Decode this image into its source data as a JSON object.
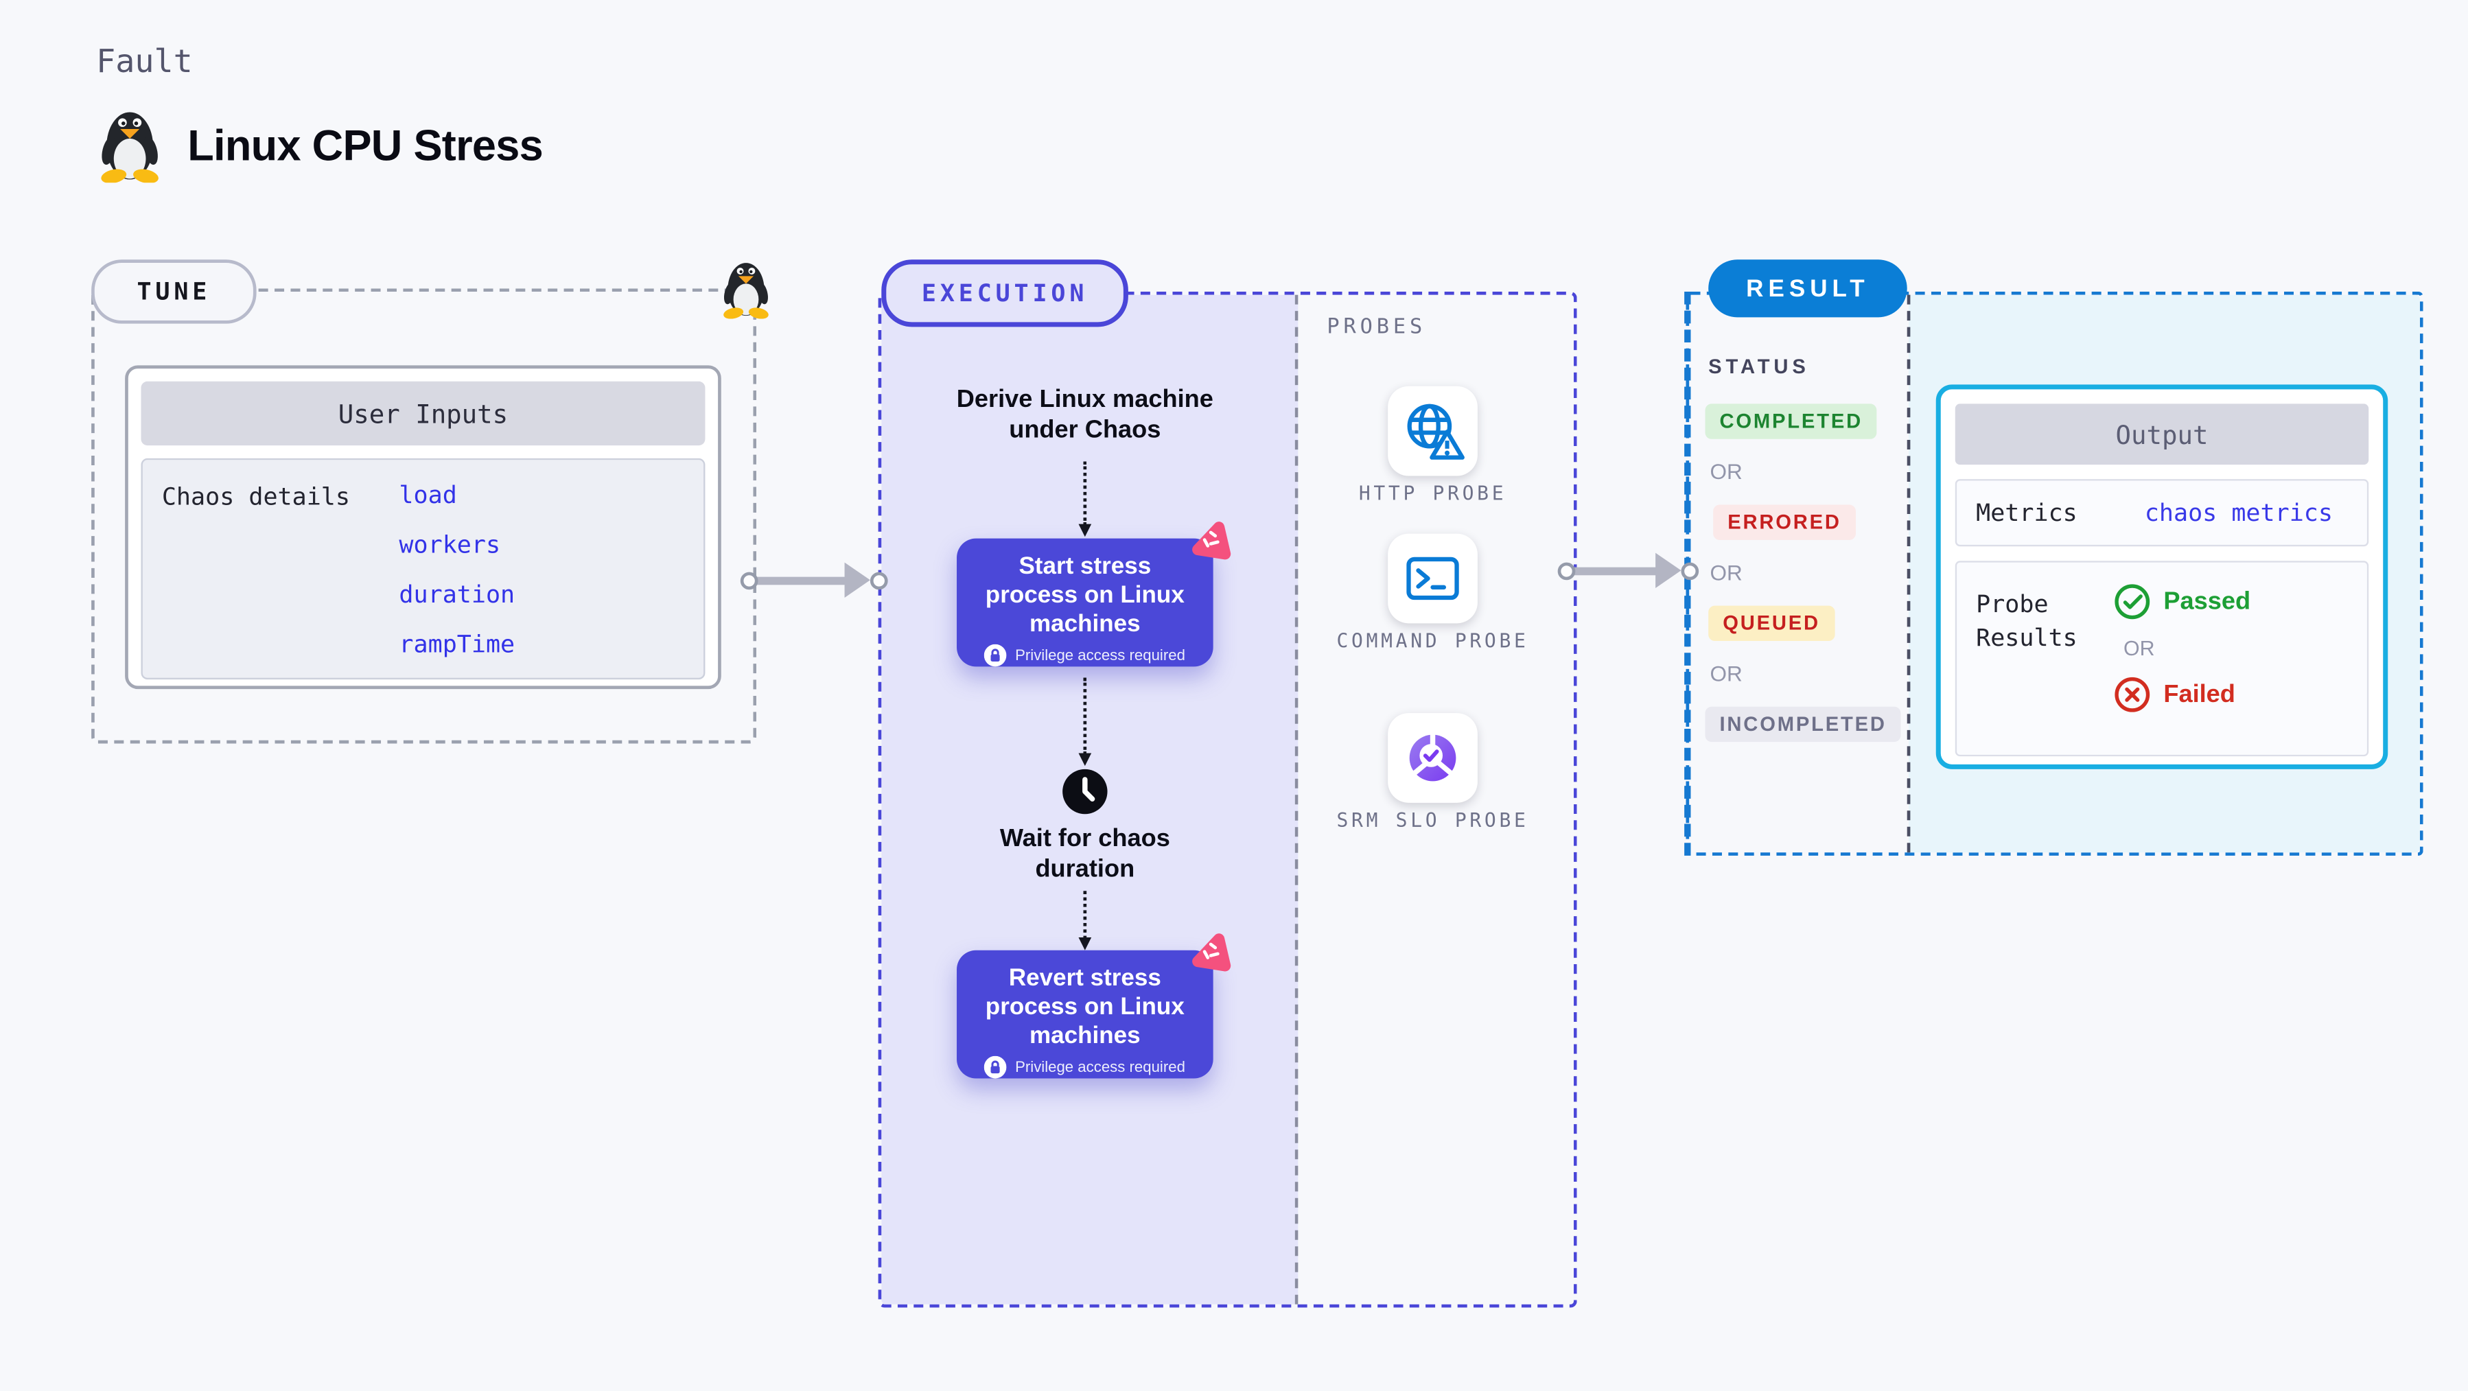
{
  "header": {
    "kicker": "Fault",
    "title": "Linux CPU Stress"
  },
  "tune": {
    "label": "TUNE",
    "card_title": "User Inputs",
    "row_label": "Chaos details",
    "inputs": [
      "load",
      "workers",
      "duration",
      "rampTime"
    ]
  },
  "execution": {
    "label": "EXECUTION",
    "derive_text": "Derive Linux machine under Chaos",
    "start_title": "Start stress process on Linux machines",
    "wait_text": "Wait for chaos duration",
    "revert_title": "Revert stress process on Linux machines",
    "privilege_note": "Privilege access required"
  },
  "probes": {
    "label": "PROBES",
    "items": [
      {
        "name": "HTTP PROBE",
        "icon": "globe-alert-icon"
      },
      {
        "name": "COMMAND PROBE",
        "icon": "terminal-icon"
      },
      {
        "name": "SRM SLO PROBE",
        "icon": "slo-donut-check-icon"
      }
    ]
  },
  "result": {
    "label": "RESULT",
    "status_label": "STATUS",
    "or_label": "OR",
    "statuses": [
      {
        "label": "COMPLETED",
        "type": "completed"
      },
      {
        "label": "ERRORED",
        "type": "errored"
      },
      {
        "label": "QUEUED",
        "type": "queued"
      },
      {
        "label": "INCOMPLETED",
        "type": "incompleted"
      }
    ],
    "output": {
      "title": "Output",
      "metrics_label": "Metrics",
      "metrics_value": "chaos metrics",
      "probe_results_label": "Probe Results",
      "passed_label": "Passed",
      "failed_label": "Failed"
    }
  },
  "icons": {
    "penguin": "tux-penguin-icon",
    "lock": "lock-icon",
    "clock": "clock-icon",
    "chaos_badge": "chaos-scratch-badge-icon",
    "http_probe": "globe-alert-icon",
    "command_probe": "terminal-icon",
    "srm_slo_probe": "slo-donut-check-icon",
    "passed": "check-circle-icon",
    "failed": "x-circle-icon"
  },
  "colors": {
    "page_bg": "#F7F8FB",
    "accent_purple": "#4B48D8",
    "lavender_fill": "#E4E4FA",
    "execution_border": "#4A46D8",
    "result_blue": "#0B7ED6",
    "result_border": "#1679D1",
    "output_border": "#19AEE2",
    "output_area_bg": "#E8F5FB",
    "link_blue": "#3232E8",
    "probe_icon_blue": "#0A7BD6",
    "pink_badge": "#F4517E",
    "passed_green": "#1D9F35",
    "failed_red": "#D22D20",
    "completed_bg": "#D9F1DA",
    "completed_text": "#1C8430",
    "errored_bg": "#FBE9E9",
    "errored_text": "#C51F1F",
    "queued_bg": "#FCEFC4",
    "queued_text": "#C51F1F",
    "incompleted_bg": "#E9E9F0",
    "incompleted_text": "#6E7089"
  }
}
